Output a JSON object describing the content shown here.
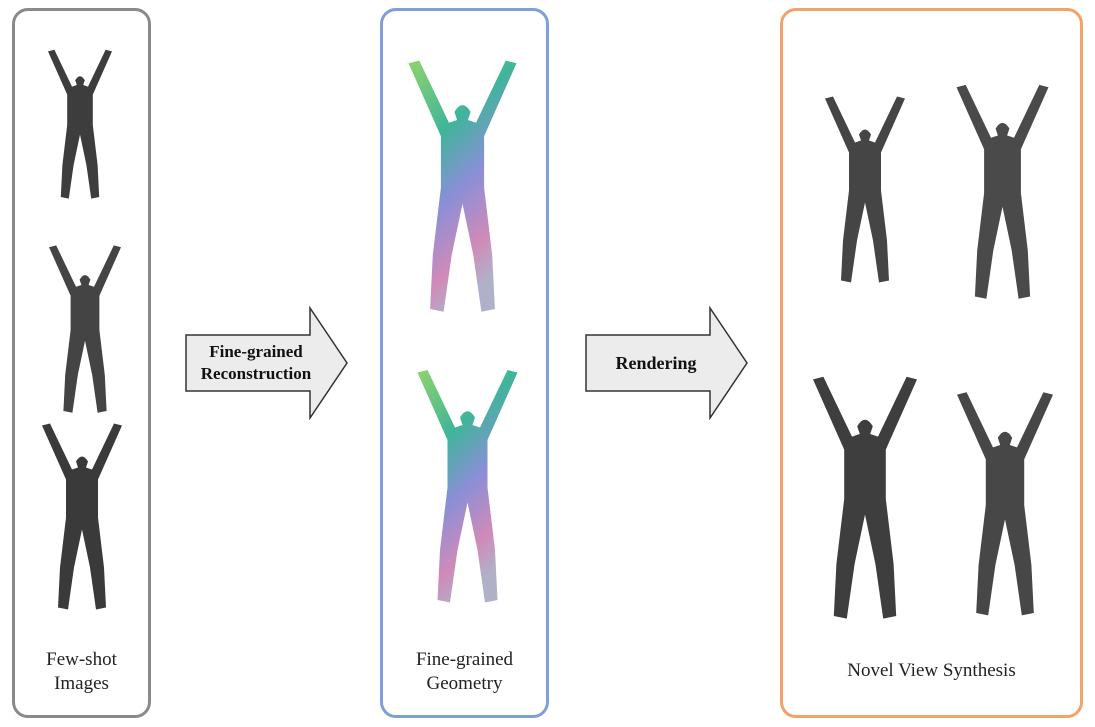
{
  "panels": {
    "input": {
      "label_line1": "Few-shot",
      "label_line2": "Images"
    },
    "geometry": {
      "label_line1": "Fine-grained",
      "label_line2": "Geometry"
    },
    "output": {
      "label": "Novel View Synthesis"
    }
  },
  "arrows": {
    "reconstruction": {
      "line1": "Fine-grained",
      "line2": "Reconstruction"
    },
    "rendering": {
      "label": "Rendering"
    }
  },
  "colors": {
    "input_border": "#8a8a8a",
    "geometry_border": "#7f9fd8",
    "output_border": "#f3a26c",
    "arrow_fill": "#ececec"
  }
}
